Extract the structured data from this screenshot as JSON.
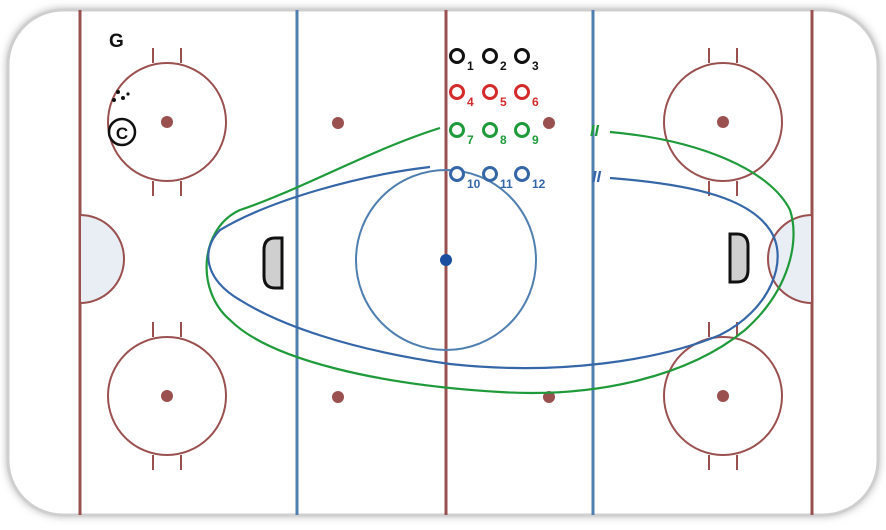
{
  "rink": {
    "board_color": "#cfcfcf",
    "red_line_color": "#9b5050",
    "blue_line_color": "#4f7fb0",
    "crease_color": "#e8eef3",
    "center_dot_color": "#1a4fa0"
  },
  "markers": {
    "goalie_label": "G",
    "coach_label": "C"
  },
  "players": {
    "black": {
      "color": "#111111",
      "numbers": [
        "1",
        "2",
        "3"
      ]
    },
    "red": {
      "color": "#d42a2a",
      "numbers": [
        "4",
        "5",
        "6"
      ]
    },
    "green": {
      "color": "#1f9a3a",
      "numbers": [
        "7",
        "8",
        "9"
      ]
    },
    "blue": {
      "color": "#3566a8",
      "numbers": [
        "10",
        "11",
        "12"
      ]
    }
  },
  "routes": {
    "green": {
      "color": "#1f9a3a",
      "end_mark": "II"
    },
    "blue": {
      "color": "#3566a8",
      "end_mark": "II"
    }
  }
}
